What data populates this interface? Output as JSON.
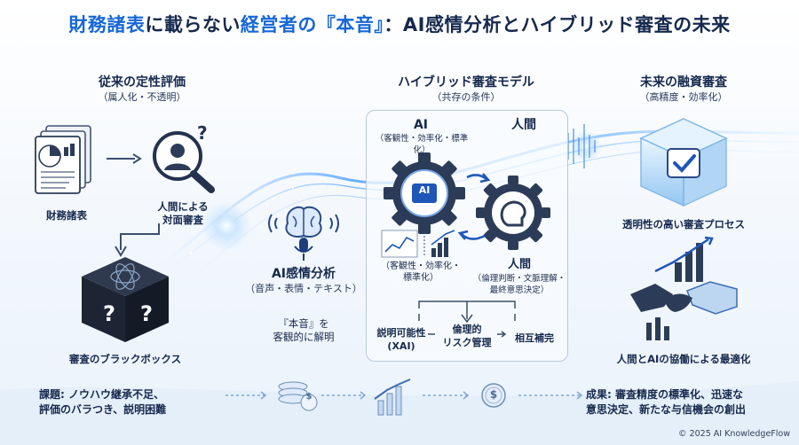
{
  "title": {
    "part1": "財務諸表",
    "part2": "に載らない",
    "part3": "経営者の『本音』",
    "part4": "：AI感情分析とハイブリッド審査の未来"
  },
  "left": {
    "heading": "従来の定性評価",
    "sub": "（属人化・不透明）",
    "docs_label": "財務諸表",
    "interview_label": "人間による\n対面審査",
    "blackbox_label": "審査のブラックボックス",
    "question_mark": "?"
  },
  "ai_emotion": {
    "heading": "AI感情分析",
    "sub": "（音声・表情・テキスト）",
    "desc": "『本音』を\n客観的に解明"
  },
  "hybrid": {
    "heading": "ハイブリッド審査モデル",
    "sub": "（共存の条件）",
    "ai_title": "AI",
    "ai_sub": "（客観性・効率化・標準化）",
    "human_title": "人間",
    "ai_gear_text": "AI",
    "ai_bottom": "（客観性・効率化・\n標準化）",
    "human_bottom_title": "人間",
    "human_bottom": "（倫理判断・文脈理解・\n最終意思決定）",
    "xai": "説明可能性\n(XAI)",
    "ethics": "倫理的\nリスク管理",
    "mutual": "相互補完"
  },
  "right": {
    "heading": "未来の融資審査",
    "sub": "（高精度・効率化）",
    "process_label": "透明性の高い審査プロセス",
    "collab_label": "人間とAIの協働による最適化"
  },
  "bottom": {
    "issues": "課題: ノウハウ継承不足、\n評価のバラつき、説明困難",
    "results": "成果: 審査精度の標準化、迅速な\n意思決定、新たな与信機会の創出",
    "coin_symbol": "$"
  },
  "footer": {
    "copyright": "© 2025 AI KnowledgeFlow"
  },
  "colors": {
    "accent": "#1667d6",
    "navy": "#16294d",
    "bg": "#eef4fb"
  }
}
